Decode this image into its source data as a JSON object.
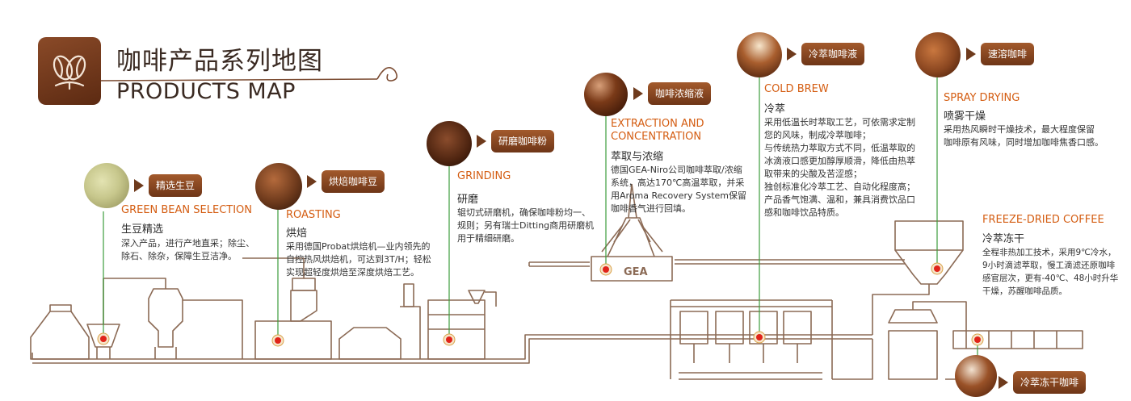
{
  "header": {
    "title_cn": "咖啡产品系列地图",
    "title_en": "PRODUCTS MAP"
  },
  "colors": {
    "accent_orange": "#d45d12",
    "brown": "#6e3a1c",
    "line": "#8b6a55",
    "green_line": "#3c9c3c",
    "red_dot": "#e0241a"
  },
  "stages": [
    {
      "id": "green-bean",
      "tag": "精选生豆",
      "title_en": "GREEN BEAN SELECTION",
      "title_cn": "生豆精选",
      "desc": [
        "深入产品，进行产地直采；除尘、",
        "除石、除杂，保障生豆洁净。"
      ]
    },
    {
      "id": "roasting",
      "tag": "烘焙咖啡豆",
      "title_en": "ROASTING",
      "title_cn": "烘焙",
      "desc": [
        "采用德国Probat烘焙机—业内领先的",
        "自控热风烘焙机，可达到3T/H；轻松",
        "实现超轻度烘焙至深度烘焙工艺。"
      ]
    },
    {
      "id": "grinding",
      "tag": "研磨咖啡粉",
      "title_en": "GRINDING",
      "title_cn": "研磨",
      "desc": [
        "辊切式研磨机，确保咖啡粉均一、",
        "规则；另有瑞士Ditting商用研磨机",
        "用于精细研磨。"
      ]
    },
    {
      "id": "extraction",
      "tag": "咖啡浓缩液",
      "title_en_lines": [
        "EXTRACTION AND",
        "CONCENTRATION"
      ],
      "title_cn": "萃取与浓缩",
      "desc": [
        "德国GEA-Niro公司咖啡萃取/浓缩",
        "系统，高达170℃高温萃取，并采",
        "用Aroma Recovery System保留",
        "咖啡香气进行回填。"
      ]
    },
    {
      "id": "cold-brew",
      "tag": "冷萃咖啡液",
      "title_en": "COLD BREW",
      "title_cn": "冷萃",
      "desc": [
        "采用低温长时萃取工艺，可依需求定制",
        "您的风味，制成冷萃咖啡；",
        "与传统热力萃取方式不同，低温萃取的",
        "冰滴液口感更加醇厚顺滑，降低由热萃",
        "取带来的尖酸及苦涩感；",
        "独创标准化冷萃工艺、自动化程度高；",
        "产品香气饱满、温和，兼具消费饮品口",
        "感和咖啡饮品特质。"
      ]
    },
    {
      "id": "spray-drying",
      "tag": "速溶咖啡",
      "title_en": "SPRAY DRYING",
      "title_cn": "喷雾干燥",
      "desc": [
        "采用热风瞬时干燥技术，最大程度保留",
        "咖啡原有风味，同时增加咖啡焦香口感。"
      ]
    },
    {
      "id": "freeze-dried",
      "tag": "冷萃冻干咖啡",
      "title_en": "FREEZE-DRIED COFFEE",
      "title_cn": "冷萃冻干",
      "desc": [
        "全程非热加工技术，采用9℃冷水，",
        "9小时滴滤萃取，慢工滴滤还原咖啡",
        "感官层次，更有-40℃、48小时升华",
        "干燥，苏醒咖啡品质。"
      ]
    }
  ],
  "machine_labels": {
    "gea": "GEA"
  },
  "icons": {
    "logo": "coffee-bean-logo-icon",
    "swirl": "swirl-ornament-icon"
  }
}
